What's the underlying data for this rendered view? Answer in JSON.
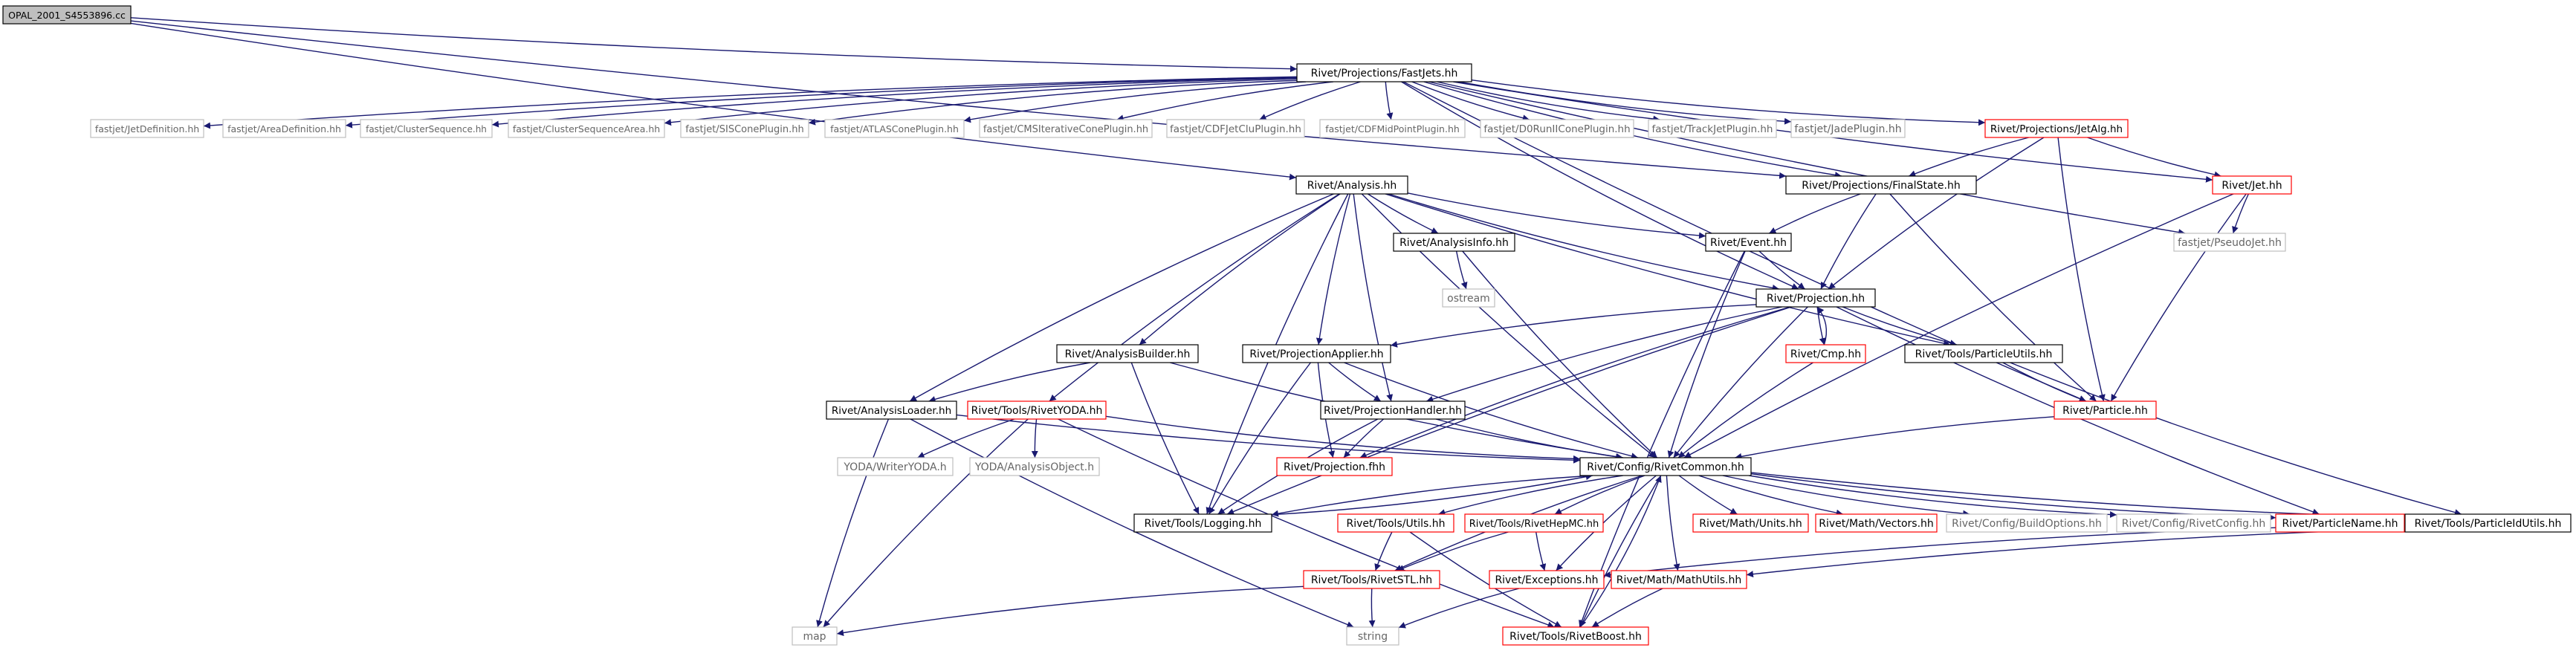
{
  "graph": {
    "colors": {
      "edge": "#191970",
      "node_border_black": "#000000",
      "node_border_red": "#ff0000",
      "node_border_gray": "#bfbfbf",
      "node_fill_root": "#bfbfbf",
      "node_fill": "#ffffff",
      "text_main": "#000000",
      "text_gray": "#666666"
    },
    "nodes": [
      {
        "id": "opal",
        "label": "OPAL_2001_S4553896.cc",
        "style": "root"
      },
      {
        "id": "fastjets",
        "label": "Rivet/Projections/FastJets.hh",
        "style": "black"
      },
      {
        "id": "jetdef",
        "label": "fastjet/JetDefinition.hh",
        "style": "gray"
      },
      {
        "id": "areadef",
        "label": "fastjet/AreaDefinition.hh",
        "style": "gray"
      },
      {
        "id": "clusterseq",
        "label": "fastjet/ClusterSequence.hh",
        "style": "gray"
      },
      {
        "id": "clusterseqarea",
        "label": "fastjet/ClusterSequenceArea.hh",
        "style": "gray"
      },
      {
        "id": "siscone",
        "label": "fastjet/SISConePlugin.hh",
        "style": "gray"
      },
      {
        "id": "atlascone",
        "label": "fastjet/ATLASConePlugin.hh",
        "style": "gray"
      },
      {
        "id": "cmsiter",
        "label": "fastjet/CMSIterativeConePlugin.hh",
        "style": "gray"
      },
      {
        "id": "cdfjetclu",
        "label": "fastjet/CDFJetCluPlugin.hh",
        "style": "gray"
      },
      {
        "id": "cdfmidpoint",
        "label": "fastjet/CDFMidPointPlugin.hh",
        "style": "gray"
      },
      {
        "id": "d0run2",
        "label": "fastjet/D0RunIIConePlugin.hh",
        "style": "gray"
      },
      {
        "id": "trackjet",
        "label": "fastjet/TrackJetPlugin.hh",
        "style": "gray"
      },
      {
        "id": "jade",
        "label": "fastjet/JadePlugin.hh",
        "style": "gray"
      },
      {
        "id": "jetalg",
        "label": "Rivet/Projections/JetAlg.hh",
        "style": "red"
      },
      {
        "id": "jet",
        "label": "Rivet/Jet.hh",
        "style": "red"
      },
      {
        "id": "analysis",
        "label": "Rivet/Analysis.hh",
        "style": "black"
      },
      {
        "id": "finalstate",
        "label": "Rivet/Projections/FinalState.hh",
        "style": "black"
      },
      {
        "id": "pseudojet",
        "label": "fastjet/PseudoJet.hh",
        "style": "gray"
      },
      {
        "id": "analysisinfo",
        "label": "Rivet/AnalysisInfo.hh",
        "style": "black"
      },
      {
        "id": "event",
        "label": "Rivet/Event.hh",
        "style": "black"
      },
      {
        "id": "ostream",
        "label": "ostream",
        "style": "gray"
      },
      {
        "id": "projection",
        "label": "Rivet/Projection.hh",
        "style": "black"
      },
      {
        "id": "analysisbuilder",
        "label": "Rivet/AnalysisBuilder.hh",
        "style": "black"
      },
      {
        "id": "projapplier",
        "label": "Rivet/ProjectionApplier.hh",
        "style": "black"
      },
      {
        "id": "cmp",
        "label": "Rivet/Cmp.hh",
        "style": "red"
      },
      {
        "id": "particleutils",
        "label": "Rivet/Tools/ParticleUtils.hh",
        "style": "black"
      },
      {
        "id": "analysisloader",
        "label": "Rivet/AnalysisLoader.hh",
        "style": "black"
      },
      {
        "id": "rivetyoda",
        "label": "Rivet/Tools/RivetYODA.hh",
        "style": "red"
      },
      {
        "id": "projhandler",
        "label": "Rivet/ProjectionHandler.hh",
        "style": "black"
      },
      {
        "id": "particle",
        "label": "Rivet/Particle.hh",
        "style": "red"
      },
      {
        "id": "writeryoda",
        "label": "YODA/WriterYODA.h",
        "style": "gray"
      },
      {
        "id": "analysisobject",
        "label": "YODA/AnalysisObject.h",
        "style": "gray"
      },
      {
        "id": "projectionfhh",
        "label": "Rivet/Projection.fhh",
        "style": "red"
      },
      {
        "id": "rivetcommon",
        "label": "Rivet/Config/RivetCommon.hh",
        "style": "black"
      },
      {
        "id": "logging",
        "label": "Rivet/Tools/Logging.hh",
        "style": "black"
      },
      {
        "id": "utils",
        "label": "Rivet/Tools/Utils.hh",
        "style": "red"
      },
      {
        "id": "rivethepmc",
        "label": "Rivet/Tools/RivetHepMC.hh",
        "style": "red"
      },
      {
        "id": "mathunits",
        "label": "Rivet/Math/Units.hh",
        "style": "red"
      },
      {
        "id": "mathvectors",
        "label": "Rivet/Math/Vectors.hh",
        "style": "red"
      },
      {
        "id": "buildoptions",
        "label": "Rivet/Config/BuildOptions.hh",
        "style": "gray"
      },
      {
        "id": "rivetconfig",
        "label": "Rivet/Config/RivetConfig.hh",
        "style": "gray"
      },
      {
        "id": "particlename",
        "label": "Rivet/ParticleName.hh",
        "style": "red"
      },
      {
        "id": "particleidutils",
        "label": "Rivet/Tools/ParticleIdUtils.hh",
        "style": "black"
      },
      {
        "id": "rivetstl",
        "label": "Rivet/Tools/RivetSTL.hh",
        "style": "red"
      },
      {
        "id": "exceptions",
        "label": "Rivet/Exceptions.hh",
        "style": "red"
      },
      {
        "id": "mathutils",
        "label": "Rivet/Math/MathUtils.hh",
        "style": "red"
      },
      {
        "id": "map",
        "label": "map",
        "style": "gray"
      },
      {
        "id": "string",
        "label": "string",
        "style": "gray"
      },
      {
        "id": "rivetboost",
        "label": "Rivet/Tools/RivetBoost.hh",
        "style": "red"
      }
    ],
    "edges": [
      [
        "opal",
        "fastjets"
      ],
      [
        "opal",
        "analysis"
      ],
      [
        "opal",
        "finalstate"
      ],
      [
        "fastjets",
        "jetdef"
      ],
      [
        "fastjets",
        "areadef"
      ],
      [
        "fastjets",
        "clusterseq"
      ],
      [
        "fastjets",
        "clusterseqarea"
      ],
      [
        "fastjets",
        "siscone"
      ],
      [
        "fastjets",
        "atlascone"
      ],
      [
        "fastjets",
        "cmsiter"
      ],
      [
        "fastjets",
        "cdfjetclu"
      ],
      [
        "fastjets",
        "cdfmidpoint"
      ],
      [
        "fastjets",
        "d0run2"
      ],
      [
        "fastjets",
        "trackjet"
      ],
      [
        "fastjets",
        "jade"
      ],
      [
        "fastjets",
        "jetalg"
      ],
      [
        "fastjets",
        "jet"
      ],
      [
        "fastjets",
        "pseudojet"
      ],
      [
        "fastjets",
        "finalstate"
      ],
      [
        "fastjets",
        "projection"
      ],
      [
        "fastjets",
        "particle"
      ],
      [
        "jetalg",
        "finalstate"
      ],
      [
        "jetalg",
        "jet"
      ],
      [
        "jetalg",
        "projection"
      ],
      [
        "jetalg",
        "particle"
      ],
      [
        "jet",
        "pseudojet"
      ],
      [
        "jet",
        "particle"
      ],
      [
        "jet",
        "rivetcommon"
      ],
      [
        "analysis",
        "analysisinfo"
      ],
      [
        "analysis",
        "event"
      ],
      [
        "analysis",
        "projection"
      ],
      [
        "analysis",
        "analysisbuilder"
      ],
      [
        "analysis",
        "projapplier"
      ],
      [
        "analysis",
        "particleutils"
      ],
      [
        "analysis",
        "analysisloader"
      ],
      [
        "analysis",
        "rivetyoda"
      ],
      [
        "analysis",
        "projhandler"
      ],
      [
        "analysis",
        "rivetcommon"
      ],
      [
        "analysis",
        "logging"
      ],
      [
        "finalstate",
        "event"
      ],
      [
        "finalstate",
        "projection"
      ],
      [
        "finalstate",
        "particle"
      ],
      [
        "analysisinfo",
        "ostream"
      ],
      [
        "analysisinfo",
        "rivetcommon"
      ],
      [
        "event",
        "projection"
      ],
      [
        "event",
        "rivetcommon"
      ],
      [
        "event",
        "rivetboost"
      ],
      [
        "projection",
        "projapplier"
      ],
      [
        "projection",
        "cmp"
      ],
      [
        "projection",
        "particleutils"
      ],
      [
        "projection",
        "projhandler"
      ],
      [
        "projection",
        "projectionfhh"
      ],
      [
        "projection",
        "rivetcommon"
      ],
      [
        "projection",
        "logging"
      ],
      [
        "projection",
        "particlename"
      ],
      [
        "cmp",
        "projection"
      ],
      [
        "cmp",
        "rivetcommon"
      ],
      [
        "analysisbuilder",
        "analysisloader"
      ],
      [
        "analysisbuilder",
        "rivetcommon"
      ],
      [
        "analysisbuilder",
        "logging"
      ],
      [
        "projapplier",
        "projhandler"
      ],
      [
        "projapplier",
        "projectionfhh"
      ],
      [
        "projapplier",
        "rivetcommon"
      ],
      [
        "projapplier",
        "logging"
      ],
      [
        "particleutils",
        "particle"
      ],
      [
        "particleutils",
        "particleidutils"
      ],
      [
        "analysisloader",
        "rivetcommon"
      ],
      [
        "analysisloader",
        "map"
      ],
      [
        "analysisloader",
        "string"
      ],
      [
        "rivetyoda",
        "writeryoda"
      ],
      [
        "rivetyoda",
        "analysisobject"
      ],
      [
        "rivetyoda",
        "rivetcommon"
      ],
      [
        "rivetyoda",
        "map"
      ],
      [
        "rivetyoda",
        "rivetboost"
      ],
      [
        "projhandler",
        "projectionfhh"
      ],
      [
        "projhandler",
        "rivetcommon"
      ],
      [
        "projhandler",
        "logging"
      ],
      [
        "particle",
        "rivetcommon"
      ],
      [
        "rivetcommon",
        "logging"
      ],
      [
        "rivetcommon",
        "utils"
      ],
      [
        "rivetcommon",
        "rivethepmc"
      ],
      [
        "rivetcommon",
        "mathunits"
      ],
      [
        "rivetcommon",
        "mathvectors"
      ],
      [
        "rivetcommon",
        "buildoptions"
      ],
      [
        "rivetcommon",
        "rivetconfig"
      ],
      [
        "rivetcommon",
        "particlename"
      ],
      [
        "rivetcommon",
        "particleidutils"
      ],
      [
        "rivetcommon",
        "rivetstl"
      ],
      [
        "rivetcommon",
        "exceptions"
      ],
      [
        "rivetcommon",
        "mathutils"
      ],
      [
        "rivetcommon",
        "rivetboost"
      ],
      [
        "logging",
        "rivetcommon"
      ],
      [
        "utils",
        "rivetstl"
      ],
      [
        "utils",
        "rivetboost"
      ],
      [
        "rivethepmc",
        "rivetstl"
      ],
      [
        "rivethepmc",
        "exceptions"
      ],
      [
        "particlename",
        "exceptions"
      ],
      [
        "particleidutils",
        "mathutils"
      ],
      [
        "rivetstl",
        "map"
      ],
      [
        "rivetstl",
        "string"
      ],
      [
        "exceptions",
        "string"
      ],
      [
        "mathutils",
        "rivetboost"
      ],
      [
        "rivetboost",
        "rivetcommon"
      ]
    ]
  }
}
